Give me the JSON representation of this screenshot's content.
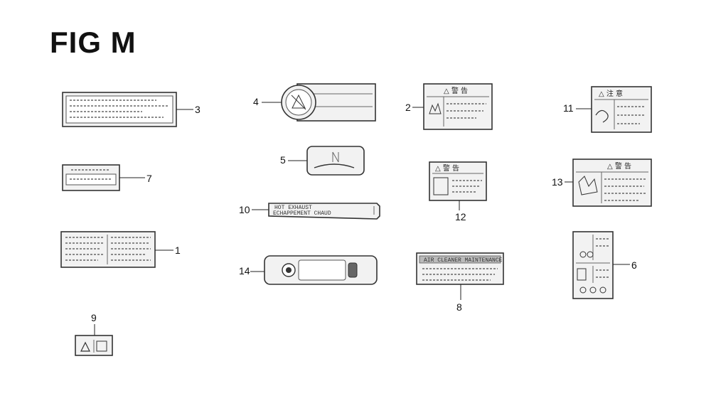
{
  "figure": {
    "title": "FIG M"
  },
  "parts": [
    {
      "id": "1",
      "callout": "1"
    },
    {
      "id": "2",
      "callout": "2"
    },
    {
      "id": "3",
      "callout": "3"
    },
    {
      "id": "4",
      "callout": "4"
    },
    {
      "id": "5",
      "callout": "5"
    },
    {
      "id": "6",
      "callout": "6"
    },
    {
      "id": "7",
      "callout": "7"
    },
    {
      "id": "8",
      "callout": "8"
    },
    {
      "id": "9",
      "callout": "9"
    },
    {
      "id": "10",
      "callout": "10"
    },
    {
      "id": "11",
      "callout": "11"
    },
    {
      "id": "12",
      "callout": "12"
    },
    {
      "id": "13",
      "callout": "13"
    },
    {
      "id": "14",
      "callout": "14"
    }
  ],
  "label_texts": {
    "hot_exhaust": "HOT EXHAUST",
    "echappement": "ECHAPPEMENT CHAUD",
    "air_cleaner": "AIR CLEANER MAINTENANCE",
    "warning_jp": "△ 警 告",
    "caution_jp": "△ 注 意"
  }
}
